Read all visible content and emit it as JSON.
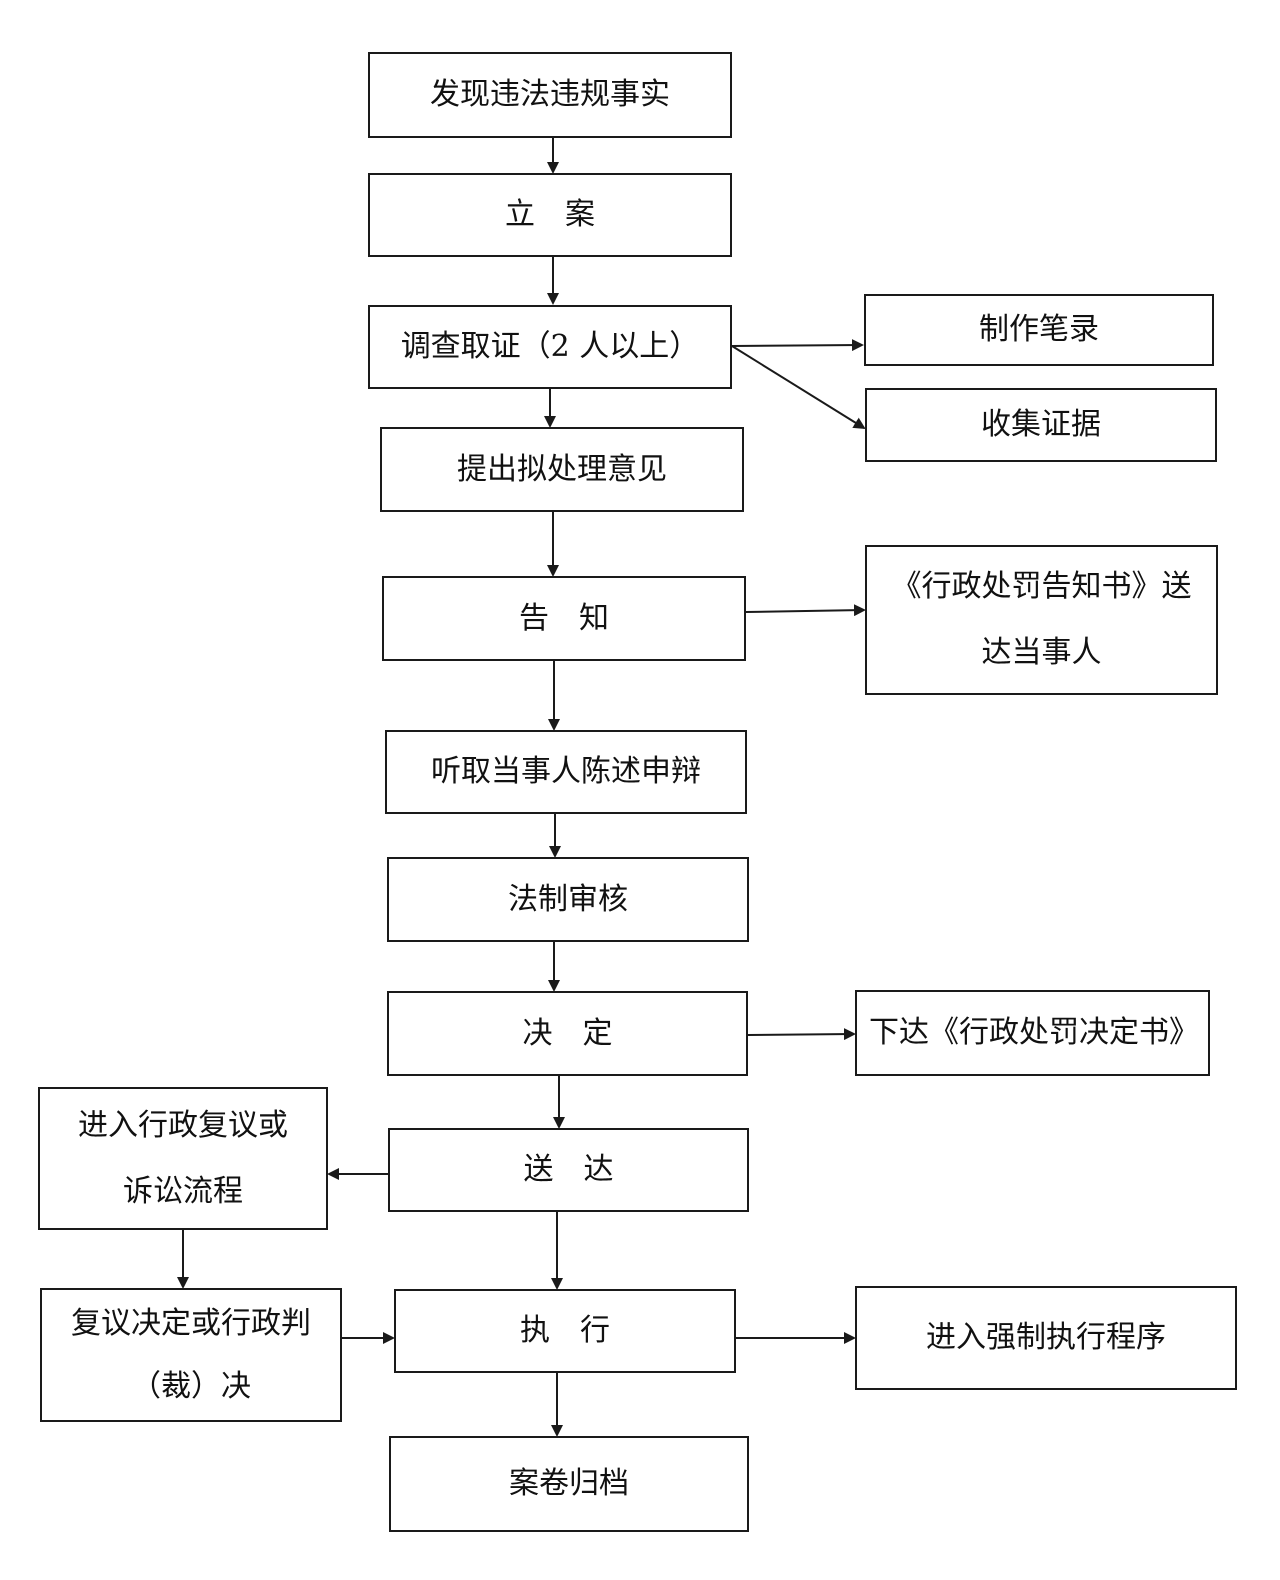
{
  "nodes": {
    "discover": "发现违法违规事实",
    "register": "立　案",
    "investigate": "调查取证（2 人以上）",
    "record": "制作笔录",
    "collect": "收集证据",
    "propose": "提出拟处理意见",
    "notify": "告　知",
    "notice_line1": "《行政处罚告知书》送",
    "notice_line2": "达当事人",
    "hearing": "听取当事人陈述申辩",
    "legal_review": "法制审核",
    "decide": "决　定",
    "issue_decision": "下达《行政处罚决定书》",
    "serve": "送　达",
    "review_line1": "进入行政复议或",
    "review_line2": "诉讼流程",
    "verdict_line1": "复议决定或行政判",
    "verdict_line2": "（裁）决",
    "execute": "执　行",
    "enforce": "进入强制执行程序",
    "archive": "案卷归档"
  },
  "colors": {
    "line": "#1a1a1a",
    "box_border": "#1a1a1a",
    "text": "#111111",
    "background": "#ffffff"
  }
}
